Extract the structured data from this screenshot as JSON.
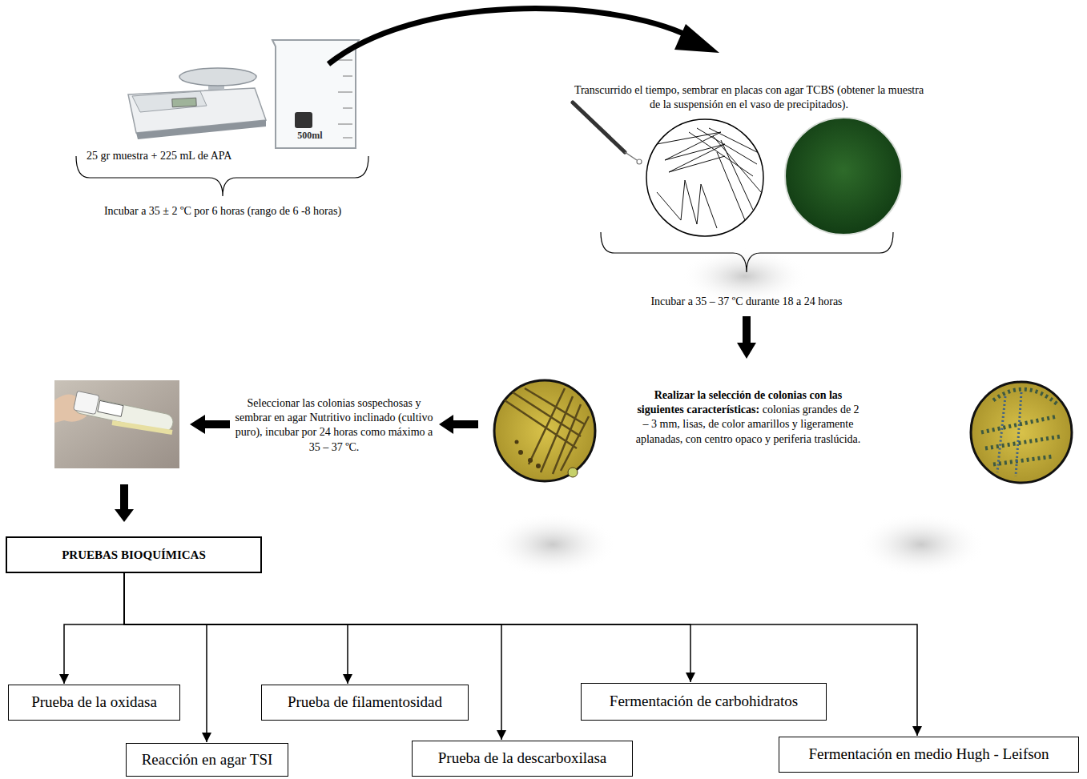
{
  "diagram": {
    "nodes": [
      {
        "text": [
          "PRUEBAS BIOQUÍMICAS"
        ]
      },
      {
        "text": [
          "Prueba de la oxidasa"
        ]
      },
      {
        "text": [
          "Reacción en agar TSI"
        ]
      },
      {
        "text": [
          "Prueba de filamentosidad"
        ]
      },
      {
        "text": [
          "Prueba de la descarboxilasa"
        ]
      },
      {
        "text": [
          "Fermentación de carbohidratos"
        ]
      },
      {
        "text": [
          "Fermentación en medio Hugh - Leifson"
        ]
      }
    ],
    "edges": [
      {
        "from": 0,
        "to": 1,
        "arrow": "to"
      },
      {
        "from": 0,
        "to": 2,
        "arrow": "to"
      },
      {
        "from": 0,
        "to": 3,
        "arrow": "to"
      },
      {
        "from": 0,
        "to": 4,
        "arrow": "to"
      },
      {
        "from": 0,
        "to": 5,
        "arrow": "to"
      },
      {
        "from": 0,
        "to": 6,
        "arrow": "to"
      }
    ],
    "labels": [
      "500ml",
      "25 gr muestra + 225 mL de APA",
      "Incubar a 35 ± 2 ºC por 6 horas (rango de 6 -8 horas)",
      "Transcurrido el tiempo, sembrar en placas con agar TCBS (obtener la muestra de la suspensión en el vaso de precipitados).",
      "Incubar a 35 – 37 ºC durante 18 a 24 horas",
      "Realizar la selección de colonias con las siguientes características:",
      "colonias grandes de 2 – 3 mm, lisas, de color amarillos y ligeramente aplanadas, con centro opaco y periferia traslúcida.",
      "Seleccionar las colonias sospechosas y sembrar en agar Nutritivo inclinado (cultivo puro), incubar por 24 horas como máximo a 35 – 37 ºC."
    ]
  }
}
